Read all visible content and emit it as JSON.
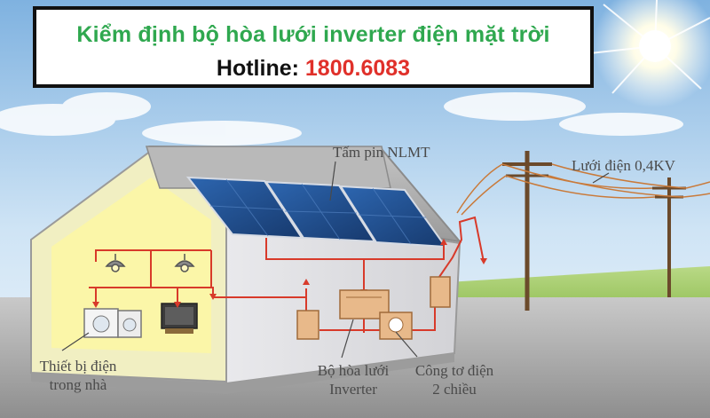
{
  "banner": {
    "title": "Kiểm định bộ hòa lưới inverter điện mặt trời",
    "hotline_label": "Hotline:",
    "hotline_number": "1800.6083"
  },
  "labels": {
    "solar_panel": "Tấm pin NLMT",
    "grid": "Lưới điện 0,4KV",
    "home_devices_line1": "Thiết bị điện",
    "home_devices_line2": "trong nhà",
    "inverter_line1": "Bộ hòa lưới",
    "inverter_line2": "Inverter",
    "meter_line1": "Công tơ điện",
    "meter_line2": "2 chiều"
  },
  "colors": {
    "title_green": "#2fa84f",
    "hotline_red": "#e0302a",
    "wire_red": "#d83a2a",
    "panel_blue": "#1f4f8f"
  }
}
